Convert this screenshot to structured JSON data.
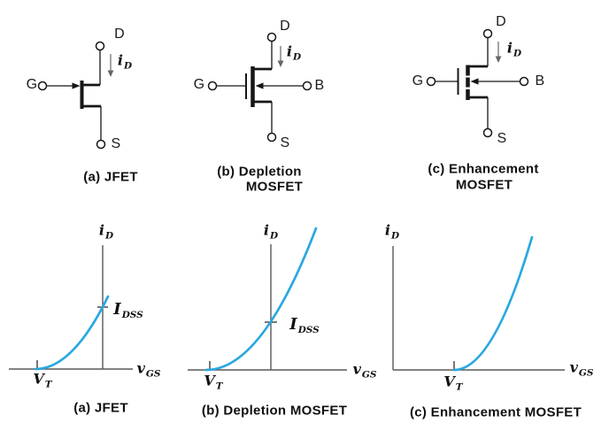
{
  "figure": {
    "colors": {
      "background": "#ffffff",
      "curve": "#29a8e0",
      "axis": "#595959",
      "ink": "#161616",
      "current_arrow": "#666666"
    }
  },
  "symbols": [
    {
      "caption": "(a) JFET",
      "terminals": {
        "drain": "D",
        "gate": "G",
        "source": "S"
      },
      "current_label": {
        "base": "i",
        "sub": "D"
      }
    },
    {
      "caption": "(b) Depletion",
      "caption_line2": "MOSFET",
      "terminals": {
        "drain": "D",
        "gate": "G",
        "source": "S",
        "body": "B"
      },
      "current_label": {
        "base": "i",
        "sub": "D"
      }
    },
    {
      "caption": "(c) Enhancement",
      "caption_line2": "MOSFET",
      "terminals": {
        "drain": "D",
        "gate": "G",
        "source": "S",
        "body": "B"
      },
      "current_label": {
        "base": "i",
        "sub": "D"
      }
    }
  ],
  "graphs": [
    {
      "caption": "(a) JFET",
      "y_axis_label": {
        "base": "i",
        "sub": "D"
      },
      "x_axis_label": {
        "base": "v",
        "sub": "GS"
      },
      "threshold_label": {
        "base": "V",
        "sub": "T"
      },
      "idss_label": {
        "base": "I",
        "sub": "DSS"
      }
    },
    {
      "caption": "(b) Depletion MOSFET",
      "y_axis_label": {
        "base": "i",
        "sub": "D"
      },
      "x_axis_label": {
        "base": "v",
        "sub": "GS"
      },
      "threshold_label": {
        "base": "V",
        "sub": "T"
      },
      "idss_label": {
        "base": "I",
        "sub": "DSS"
      }
    },
    {
      "caption": "(c) Enhancement MOSFET",
      "y_axis_label": {
        "base": "i",
        "sub": "D"
      },
      "x_axis_label": {
        "base": "v",
        "sub": "GS"
      },
      "threshold_label": {
        "base": "V",
        "sub": "T"
      }
    }
  ],
  "chart_data": [
    {
      "type": "line",
      "title": "(a) JFET transfer characteristic",
      "xlabel": "vGS",
      "ylabel": "iD",
      "legend": [],
      "annotations": [
        "VT marked on negative vGS axis (curve x-intercept)",
        "IDSS tick on iD axis where curve crosses vGS = 0"
      ],
      "description": "Quadratic-shaped curve starting at VT (negative vGS), rising to cross the iD axis at IDSS and ending slightly beyond it."
    },
    {
      "type": "line",
      "title": "(b) Depletion MOSFET transfer characteristic",
      "xlabel": "vGS",
      "ylabel": "iD",
      "legend": [],
      "annotations": [
        "VT marked on negative vGS axis (curve x-intercept)",
        "IDSS tick on iD axis where curve crosses vGS = 0"
      ],
      "description": "Quadratic-shaped curve starting at VT (negative vGS), passing through IDSS at vGS = 0 and continuing to rise for positive vGS."
    },
    {
      "type": "line",
      "title": "(c) Enhancement MOSFET transfer characteristic",
      "xlabel": "vGS",
      "ylabel": "iD",
      "legend": [],
      "annotations": [
        "VT marked on positive vGS axis (curve x-intercept)"
      ],
      "description": "Quadratic-shaped curve starting at VT (positive vGS) and rising steeply; no IDSS point shown."
    }
  ]
}
